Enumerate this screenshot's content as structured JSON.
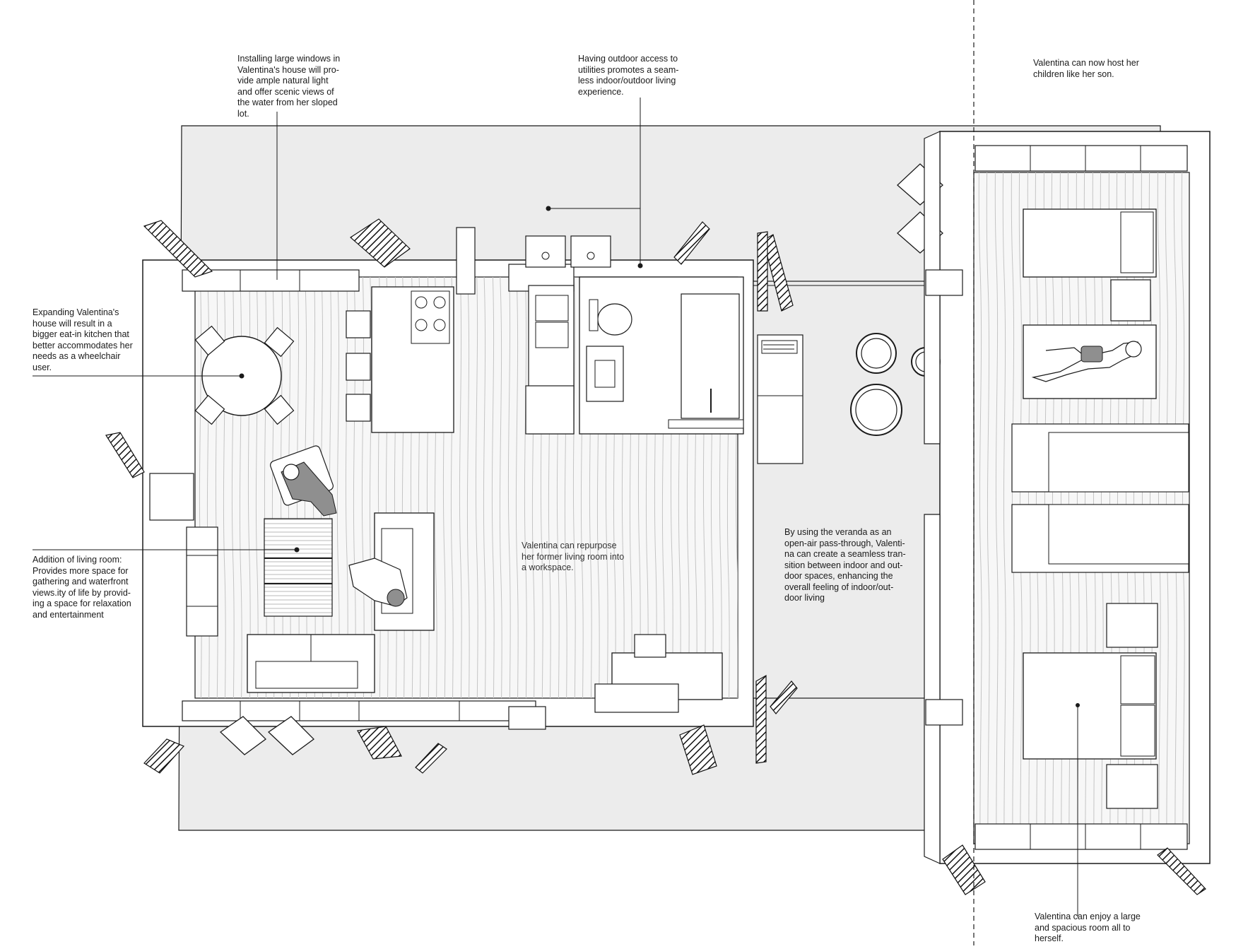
{
  "annotations": {
    "windows": "Installing large windows in\nValentina's house will pro-\nvide ample natural light\nand offer scenic views of\nthe water from her sloped\nlot.",
    "outdoor_access": "Having outdoor access to\nutilities promotes a seam-\nless indoor/outdoor living\nexperience.",
    "host_children": "Valentina can now host her\nchildren like her son.",
    "kitchen": "Expanding Valentina's\nhouse will result in a\nbigger eat-in kitchen that\nbetter accommodates her\nneeds as a wheelchair\nuser.",
    "living_room": "Addition of living room:\nProvides more space for\ngathering and waterfront\nviews.ity of life by provid-\ning a space for relaxation\nand entertainment",
    "workspace": "Valentina can repurpose\nher former living room into\na workspace.",
    "veranda": "By using the veranda as an\nopen-air pass-through, Valenti-\nna can create a seamless tran-\nsition between indoor and out-\ndoor spaces, enhancing the\noverall feeling of indoor/out-\ndoor living",
    "large_room": "Valentina can enjoy a large\nand spacious room all to\nherself."
  },
  "colors": {
    "line": "#1a1a1a",
    "site": "#ececec",
    "floor": "#f7f7f7",
    "grain": "#c4c4c4",
    "wall": "#ffffff",
    "furniture": "#ffffff",
    "person": "#8f8f8f"
  }
}
